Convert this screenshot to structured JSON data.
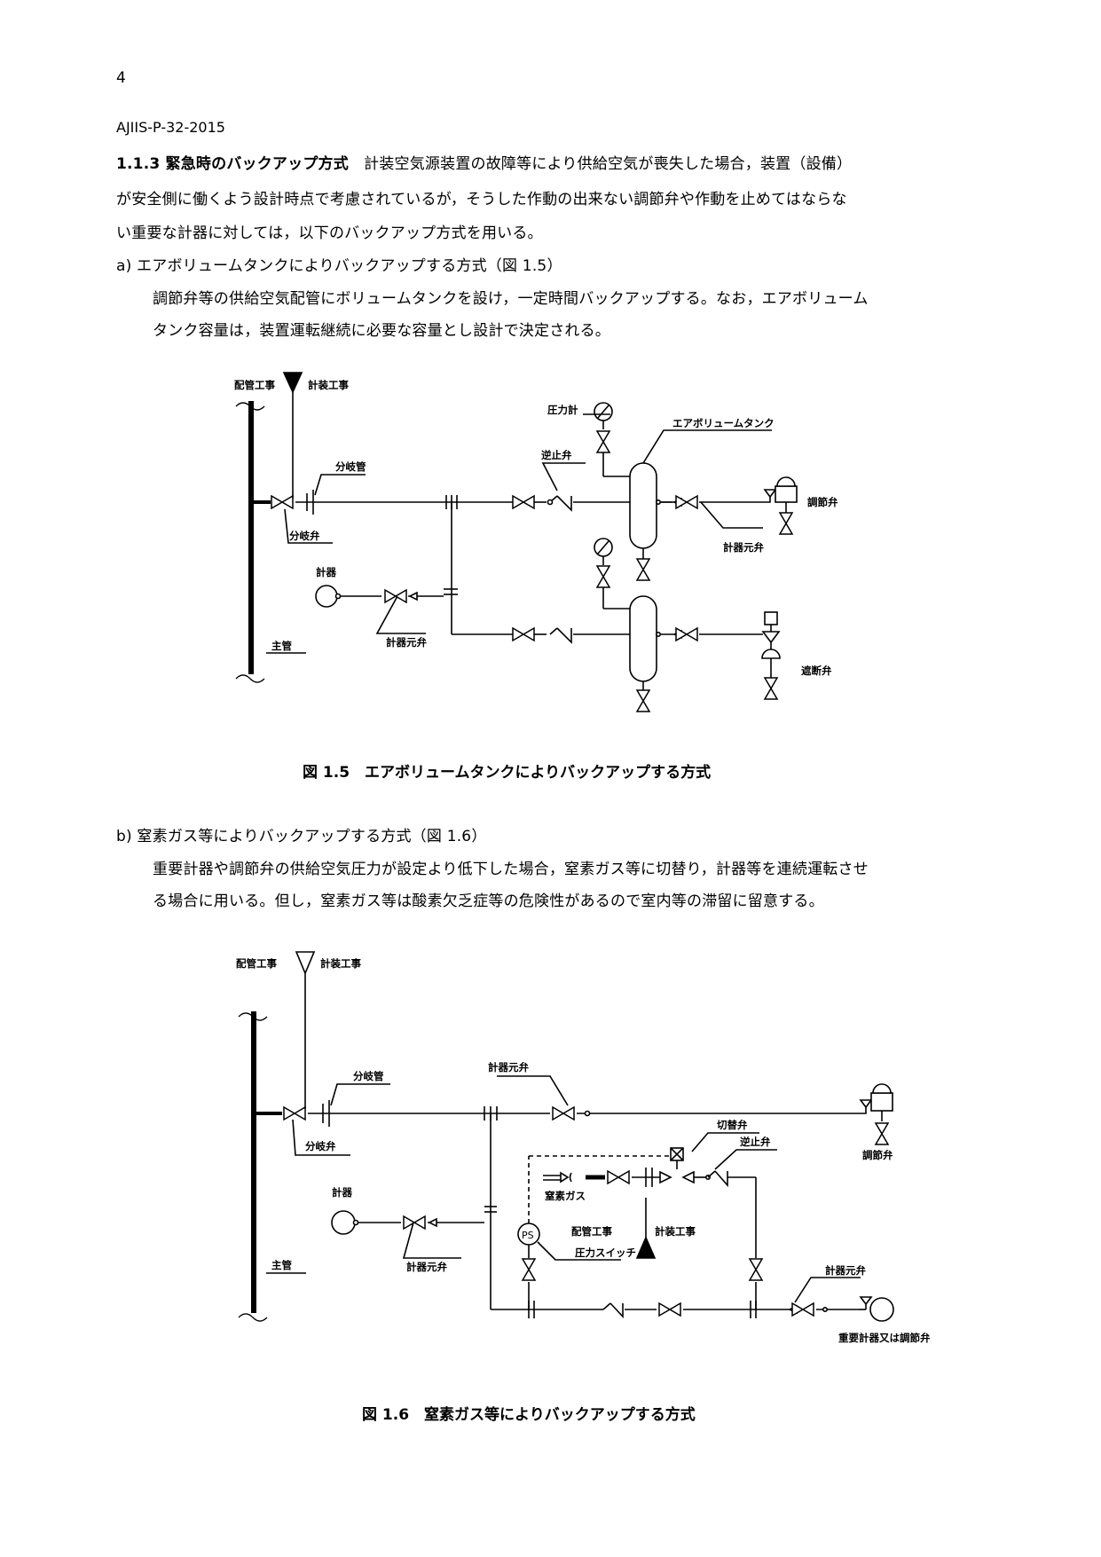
{
  "page": {
    "number": "4",
    "code": "AJIIS-P-32-2015"
  },
  "section": {
    "heading": "1.1.3 緊急時のバックアップ方式",
    "line1_rest": "　計装空気源装置の故障等により供給空気が喪失した場合，装置（設備）",
    "line2": "が安全側に働くよう設計時点で考慮されているが，そうした作動の出来ない調節弁や作動を止めてはならな",
    "line3": "い重要な計器に対しては，以下のバックアップ方式を用いる。"
  },
  "item_a": {
    "title": "a)  エアボリュームタンクによりバックアップする方式（図 1.5）",
    "body1": "調節弁等の供給空気配管にボリュームタンクを設け，一定時間バックアップする。なお，エアボリューム",
    "body2": "タンク容量は，装置運転継続に必要な容量とし設計で決定される。"
  },
  "figure15": {
    "caption": "図 1.5　エアボリュームタンクによりバックアップする方式",
    "labels": {
      "haikan": "配管工事",
      "keiso": "計装工事",
      "bunkikan": "分岐管",
      "bunkiben": "分岐弁",
      "atsuryokukei": "圧力計",
      "gyakushiben": "逆止弁",
      "tank": "エアボリュームタンク",
      "chosetsuben": "調節弁",
      "keikimotoben": "計器元弁",
      "keiki": "計器",
      "keikimotoben2": "計器元弁",
      "shukan": "主管",
      "shadanben": "遮断弁"
    }
  },
  "item_b": {
    "title": "b)  窒素ガス等によりバックアップする方式（図 1.6）",
    "body1": "重要計器や調節弁の供給空気圧力が設定より低下した場合，窒素ガス等に切替り，計器等を連続運転させ",
    "body2": "る場合に用いる。但し，窒素ガス等は酸素欠乏症等の危険性があるので室内等の滞留に留意する。"
  },
  "figure16": {
    "caption": "図 1.6　窒素ガス等によりバックアップする方式",
    "labels": {
      "haikan": "配管工事",
      "keiso": "計装工事",
      "bunkikan": "分岐管",
      "keikimotoben_top": "計器元弁",
      "bunkiben": "分岐弁",
      "chosetsuben": "調節弁",
      "kirikaeben": "切替弁",
      "gyakushiben": "逆止弁",
      "keiki": "計器",
      "chisso": "窒素ガス",
      "haikan2": "配管工事",
      "keiso2": "計装工事",
      "ps": "PS",
      "atsuryoku_switch": "圧力スイッチ",
      "keikimotoben_mid": "計器元弁",
      "shukan": "主管",
      "keikimotoben_right": "計器元弁",
      "juyo": "重要計器又は調節弁"
    }
  }
}
